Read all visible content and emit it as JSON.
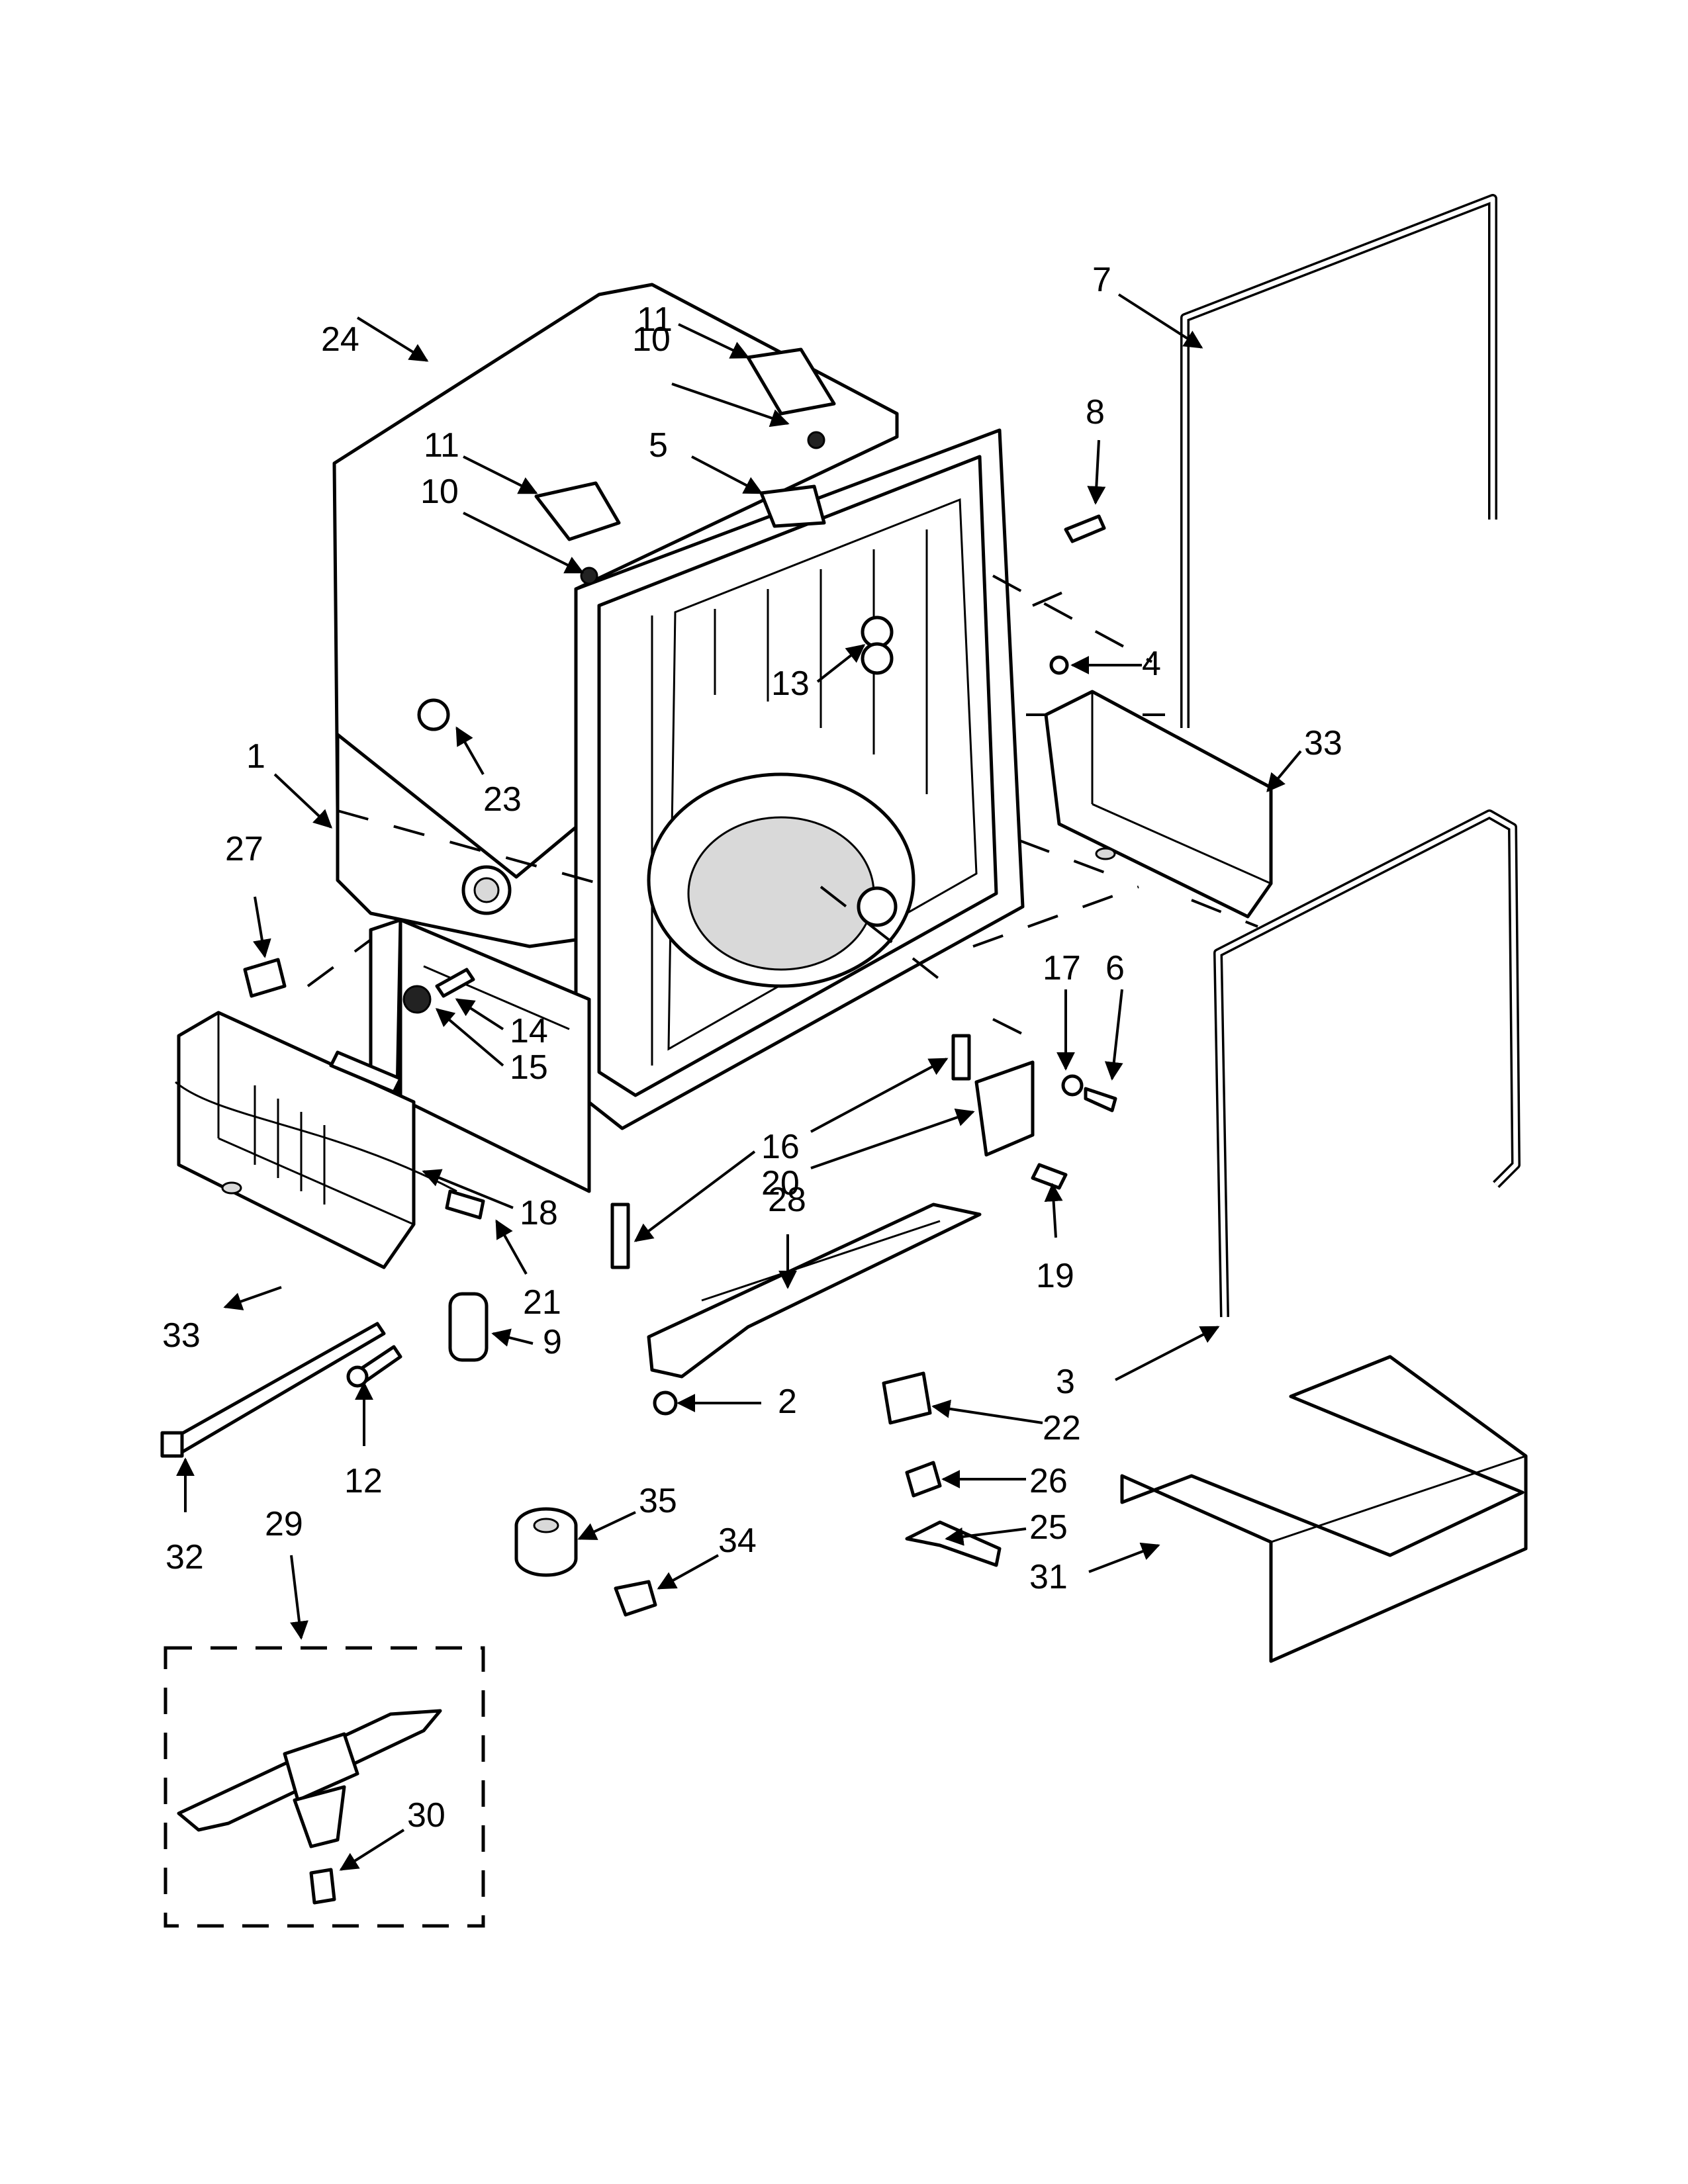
{
  "callouts": {
    "c1": "1",
    "c2": "2",
    "c3": "3",
    "c4": "4",
    "c5": "5",
    "c6": "6",
    "c7": "7",
    "c8": "8",
    "c9": "9",
    "c10a": "10",
    "c10b": "10",
    "c11a": "11",
    "c11b": "11",
    "c12": "12",
    "c13": "13",
    "c14": "14",
    "c15": "15",
    "c16": "16",
    "c17": "17",
    "c18": "18",
    "c19": "19",
    "c20": "20",
    "c21": "21",
    "c22": "22",
    "c23": "23",
    "c24": "24",
    "c25": "25",
    "c26": "26",
    "c27": "27",
    "c28": "28",
    "c29": "29",
    "c30": "30",
    "c31": "31",
    "c32": "32",
    "c33a": "33",
    "c33b": "33",
    "c34": "34",
    "c35": "35"
  }
}
